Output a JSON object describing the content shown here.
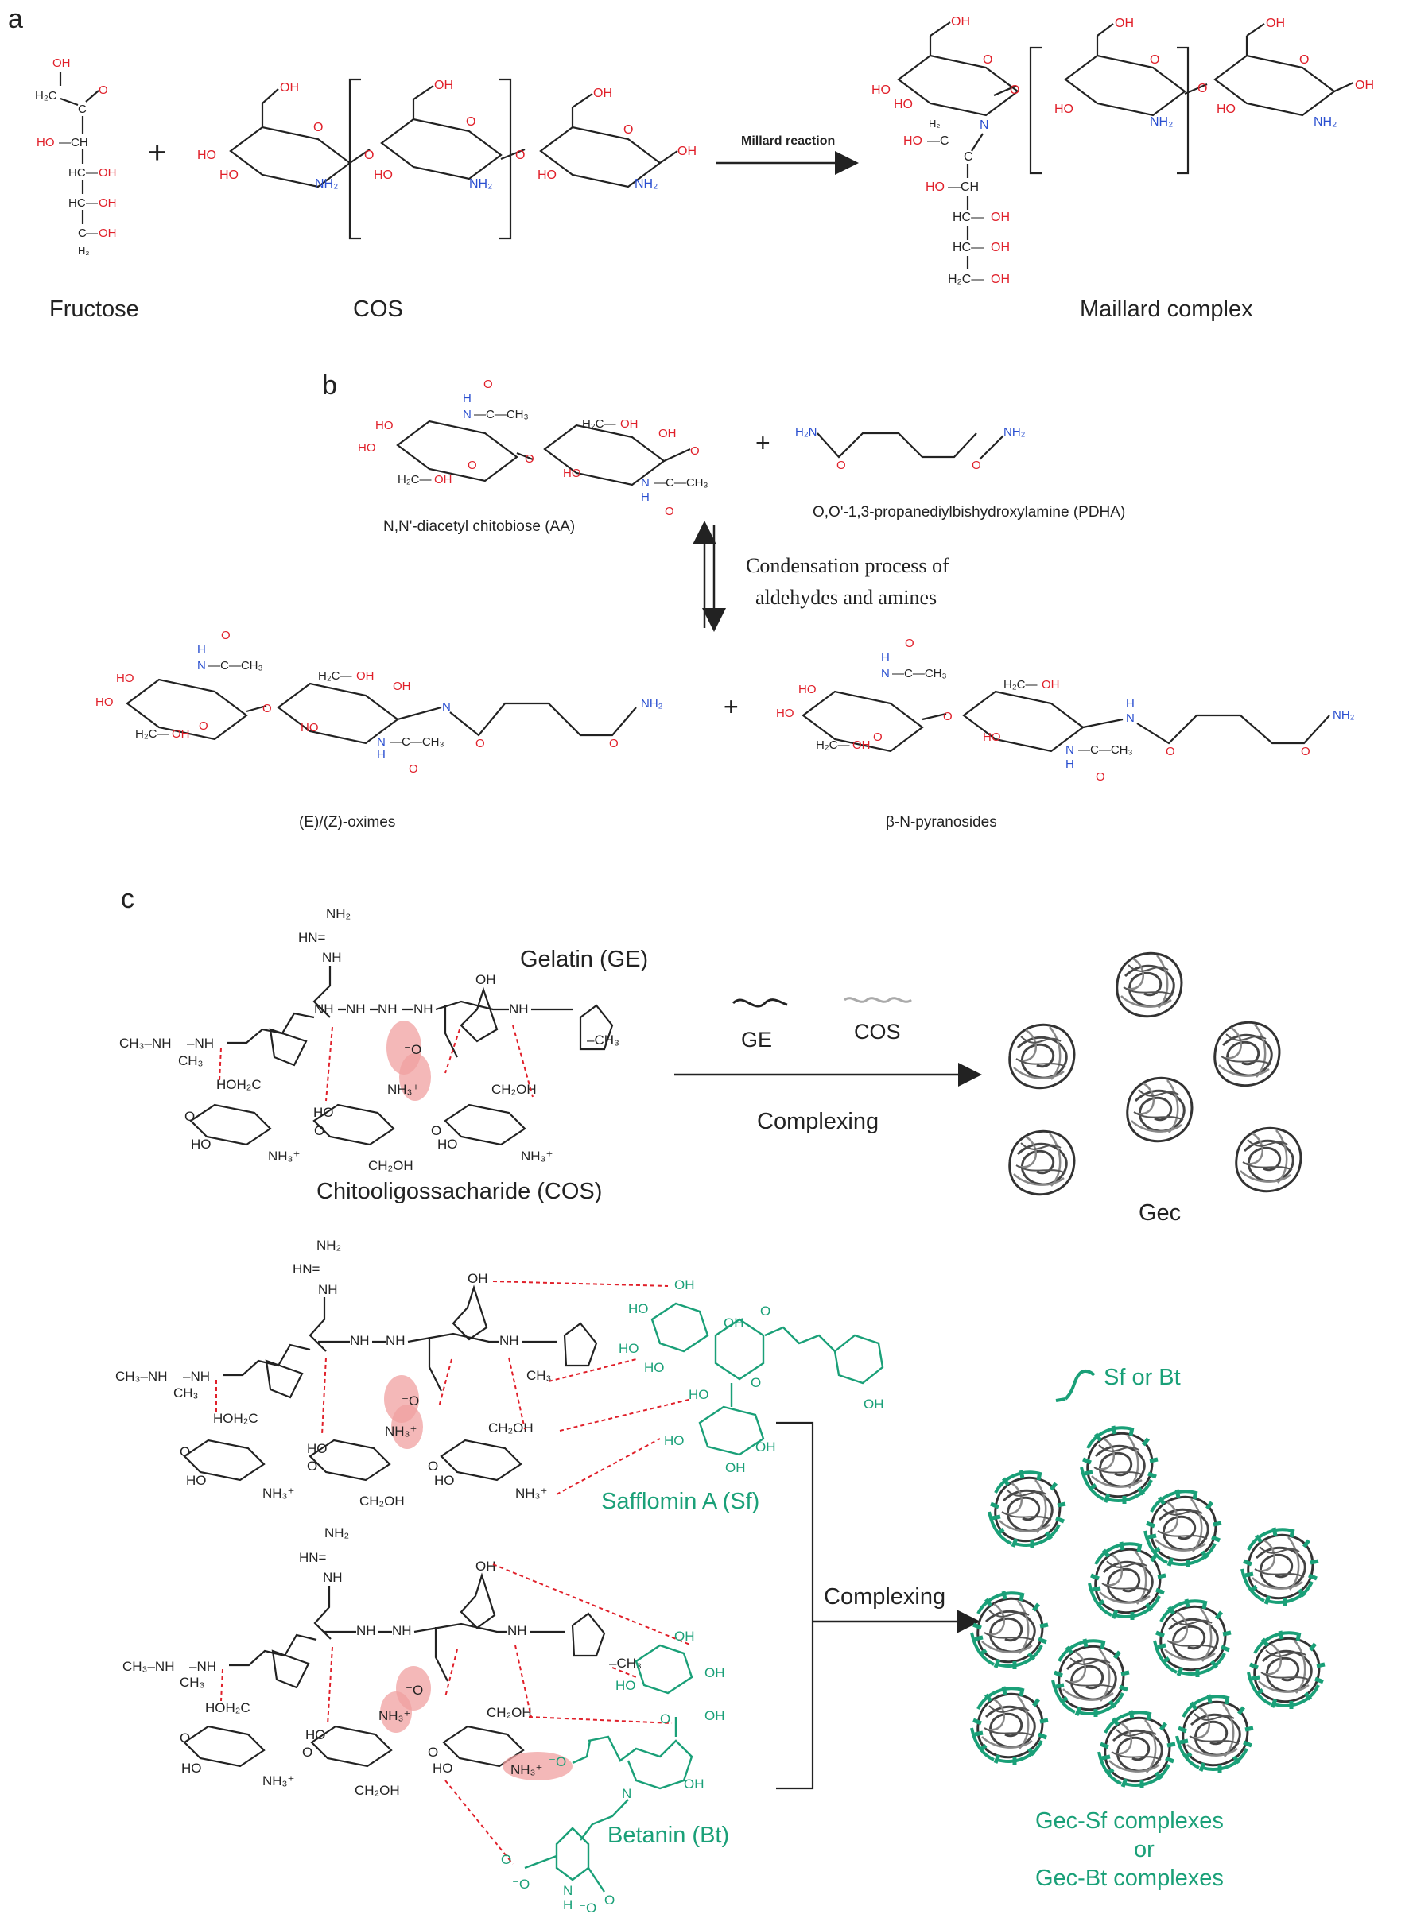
{
  "panels": {
    "a": {
      "label": "a",
      "fructose": "Fructose",
      "cos": "COS",
      "arrow_label": "Millard reaction",
      "product": "Maillard complex"
    },
    "b": {
      "label": "b",
      "aa": "N,N'-diacetyl chitobiose (AA)",
      "pdha": "O,O'-1,3-propanediylbishydroxylamine (PDHA)",
      "process_line1": "Condensation process of",
      "process_line2": "aldehydes and amines",
      "oximes": "(E)/(Z)-oximes",
      "pyranosides": "β-N-pyranosides"
    },
    "c": {
      "label": "c",
      "gelatin": "Gelatin (GE)",
      "cos": "Chitooligossacharide (COS)",
      "ge_short": "GE",
      "cos_short": "COS",
      "complexing": "Complexing",
      "gec": "Gec",
      "safflomin": "Safflomin A (Sf)",
      "sf_or_bt": "Sf or Bt",
      "betanin": "Betanin (Bt)",
      "result_line1": "Gec-Sf complexes",
      "result_or": "or",
      "result_line2": "Gec-Bt complexes"
    }
  },
  "colors": {
    "heteroatom_oxygen": "#e0202a",
    "heteroatom_nitrogen": "#2a4fd0",
    "ligand_green": "#1aa078",
    "ionic_highlight": "#f0a0a0",
    "hydrogen_bond": "#e0202a"
  }
}
